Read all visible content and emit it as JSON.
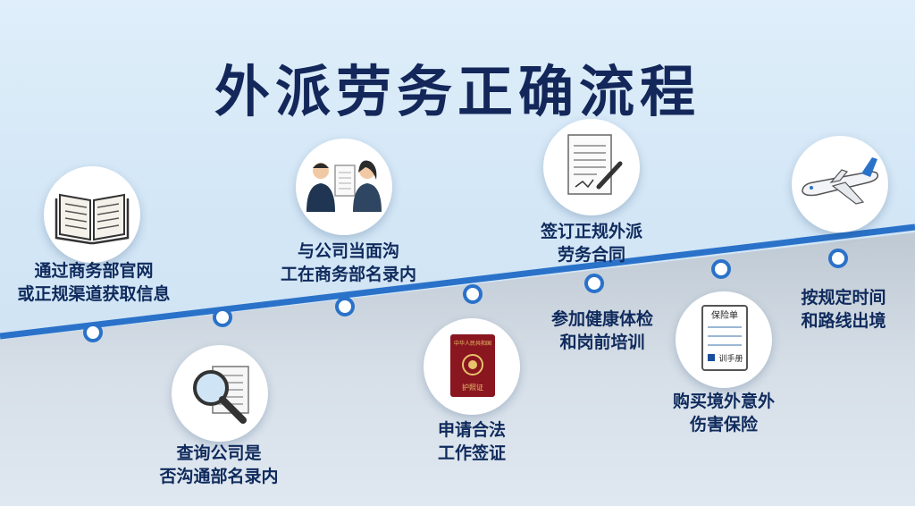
{
  "title": "外派劳务正确流程",
  "steps": [
    {
      "label_line1": "通过商务部官网",
      "label_line2": "或正规渠道获取信息",
      "icon": "open-book-icon"
    },
    {
      "label_line1": "查询公司是",
      "label_line2": "否沟通部名录内",
      "icon": "magnifier-document-icon"
    },
    {
      "label_line1": "与公司当面沟",
      "label_line2": "工在商务部名录内",
      "icon": "meeting-people-icon"
    },
    {
      "label_line1": "申请合法",
      "label_line2": "工作签证",
      "icon": "passport-icon"
    },
    {
      "label_line1": "签订正规外派",
      "label_line2": "劳务合同",
      "icon": "contract-signing-icon"
    },
    {
      "label_line1": "参加健康体检",
      "label_line2": "和岗前培训",
      "icon": "health-checkup-icon"
    },
    {
      "label_line1": "购买境外意外",
      "label_line2": "伤害保险",
      "icon": "insurance-document-icon"
    },
    {
      "label_line1": "按规定时间",
      "label_line2": "和路线出境",
      "icon": "airplane-icon"
    }
  ],
  "icon_text": {
    "passport_top": "中华人民共和国",
    "passport_bottom": "护照证",
    "insurance_title": "保险单",
    "insurance_footer": "训手册"
  },
  "colors": {
    "title": "#13275a",
    "track": "#2a72c9",
    "label": "#0f2a5c",
    "passport": "#8a1620"
  }
}
